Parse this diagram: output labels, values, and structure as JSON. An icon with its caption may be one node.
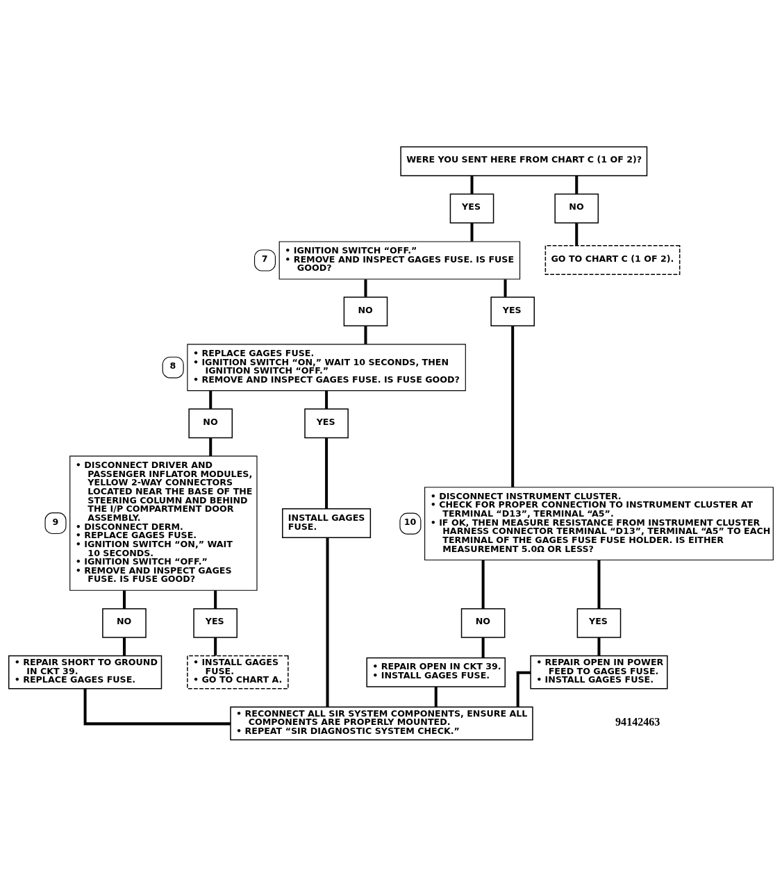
{
  "diagram": {
    "nodes": [
      {
        "text": [
          "WERE YOU SENT HERE FROM CHART C (1 OF 2)?"
        ]
      },
      {
        "text": [
          "YES"
        ]
      },
      {
        "text": [
          "NO"
        ]
      },
      {
        "text": [
          "• IGNITION SWITCH “OFF.”",
          "• REMOVE AND INSPECT GAGES FUSE. IS FUSE GOOD?"
        ],
        "beside": [
          "7"
        ]
      },
      {
        "text": [
          "GO TO CHART C (1 OF 2)."
        ]
      },
      {
        "text": [
          "NO"
        ]
      },
      {
        "text": [
          "YES"
        ]
      },
      {
        "text": [
          "• REPLACE GAGES FUSE.",
          "• IGNITION SWITCH “ON,” WAIT 10 SECONDS, THEN IGNITION SWITCH “OFF.”",
          "• REMOVE AND INSPECT GAGES FUSE. IS FUSE GOOD?"
        ],
        "beside": [
          "8"
        ]
      },
      {
        "text": [
          "• DISCONNECT INSTRUMENT CLUSTER.",
          "• CHECK FOR PROPER CONNECTION TO INSTRUMENT CLUSTER AT TERMINAL “D13”, TERMINAL “A5”.",
          "• IF OK, THEN MEASURE RESISTANCE FROM INSTRUMENT CLUSTER HARNESS CONNECTOR TERMINAL “D13”, TERMINAL “A5” TO EACH TERMINAL OF THE GAGES FUSE FUSE HOLDER. IS EITHER MEASUREMENT 5.0Ω OR LESS?"
        ],
        "beside": [
          "10"
        ]
      },
      {
        "text": [
          "NO"
        ]
      },
      {
        "text": [
          "YES"
        ]
      },
      {
        "text": [
          "NO"
        ]
      },
      {
        "text": [
          "YES"
        ]
      },
      {
        "text": [
          "• DISCONNECT DRIVER AND PASSENGER INFLATOR MODULES, YELLOW 2-WAY CONNECTORS LOCATED NEAR THE BASE OF THE STEERING COLUMN AND BEHIND THE I/P COMPARTMENT DOOR ASSEMBLY.",
          "• DISCONNECT DERM.",
          "• REPLACE GAGES FUSE.",
          "• IGNITION SWITCH “ON,” WAIT 10 SECONDS.",
          "• IGNITION SWITCH “OFF.”",
          "• REMOVE AND INSPECT GAGES FUSE. IS FUSE GOOD?"
        ],
        "beside": [
          "9"
        ]
      },
      {
        "text": [
          "INSTALL GAGES FUSE."
        ]
      },
      {
        "text": [
          "• REPAIR OPEN IN CKT 39.",
          "• INSTALL GAGES FUSE."
        ]
      },
      {
        "text": [
          "• REPAIR OPEN IN POWER FEED TO GAGES FUSE.",
          "• INSTALL GAGES FUSE."
        ]
      },
      {
        "text": [
          "NO"
        ]
      },
      {
        "text": [
          "YES"
        ]
      },
      {
        "text": [
          "• REPAIR SHORT TO GROUND IN CKT 39.",
          "• REPLACE GAGES FUSE."
        ]
      },
      {
        "text": [
          "• INSTALL GAGES FUSE.",
          "• GO TO CHART A."
        ]
      },
      {
        "text": [
          "• RECONNECT ALL SIR SYSTEM COMPONENTS, ENSURE ALL COMPONENTS ARE PROPERLY MOUNTED.",
          "• REPEAT “SIR DIAGNOSTIC SYSTEM CHECK.”"
        ]
      }
    ],
    "edges": [
      {
        "from": 0,
        "to": 1,
        "arrow": "none"
      },
      {
        "from": 0,
        "to": 2,
        "arrow": "none"
      },
      {
        "from": 1,
        "to": 3,
        "arrow": "none"
      },
      {
        "from": 2,
        "to": 4,
        "arrow": "none"
      },
      {
        "from": 3,
        "to": 5,
        "arrow": "none"
      },
      {
        "from": 3,
        "to": 6,
        "arrow": "none"
      },
      {
        "from": 5,
        "to": 7,
        "arrow": "none"
      },
      {
        "from": 6,
        "to": 8,
        "arrow": "none"
      },
      {
        "from": 7,
        "to": 9,
        "arrow": "none"
      },
      {
        "from": 7,
        "to": 10,
        "arrow": "none"
      },
      {
        "from": 8,
        "to": 11,
        "arrow": "none"
      },
      {
        "from": 8,
        "to": 12,
        "arrow": "none"
      },
      {
        "from": 9,
        "to": 13,
        "arrow": "none"
      },
      {
        "from": 10,
        "to": 14,
        "arrow": "none"
      },
      {
        "from": 11,
        "to": 15,
        "arrow": "none"
      },
      {
        "from": 12,
        "to": 16,
        "arrow": "none"
      },
      {
        "from": 13,
        "to": 17,
        "arrow": "none"
      },
      {
        "from": 13,
        "to": 18,
        "arrow": "none"
      },
      {
        "from": 17,
        "to": 19,
        "arrow": "none"
      },
      {
        "from": 18,
        "to": 20,
        "arrow": "none"
      },
      {
        "from": 19,
        "to": 21,
        "arrow": "none"
      },
      {
        "from": 14,
        "to": 21,
        "arrow": "none"
      },
      {
        "from": 15,
        "to": 21,
        "arrow": "none"
      },
      {
        "from": 16,
        "to": 21,
        "arrow": "none"
      }
    ],
    "labels": [
      "94142463"
    ]
  }
}
